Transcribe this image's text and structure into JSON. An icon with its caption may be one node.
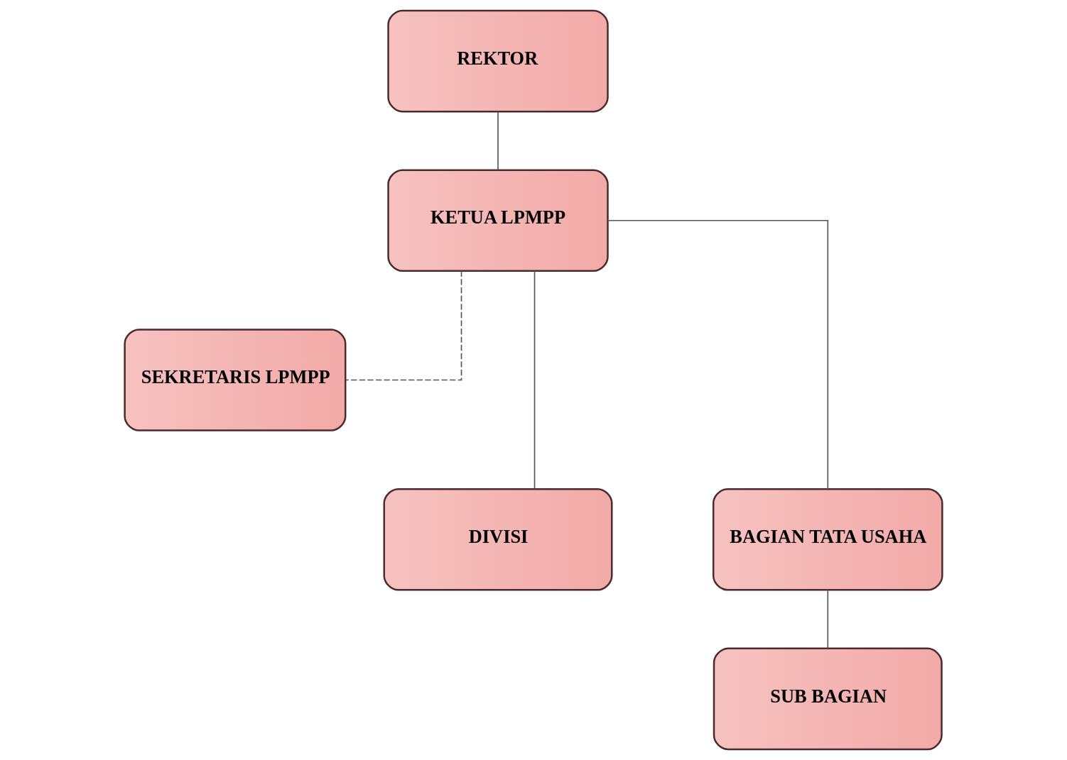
{
  "diagram": {
    "nodes": [
      {
        "text": [
          "REKTOR"
        ]
      },
      {
        "text": [
          "KETUA LPMPP"
        ]
      },
      {
        "text": [
          "SEKRETARIS LPMPP"
        ]
      },
      {
        "text": [
          "DIVISI"
        ]
      },
      {
        "text": [
          "BAGIAN TATA USAHA"
        ]
      },
      {
        "text": [
          "SUB BAGIAN"
        ]
      }
    ],
    "edges": [
      {
        "from": 0,
        "to": 1,
        "arrow": "none"
      },
      {
        "from": 1,
        "to": 2,
        "arrow": "none",
        "style": "dashed"
      },
      {
        "from": 1,
        "to": 3,
        "arrow": "none"
      },
      {
        "from": 1,
        "to": 4,
        "arrow": "none"
      },
      {
        "from": 4,
        "to": 5,
        "arrow": "none"
      }
    ]
  }
}
